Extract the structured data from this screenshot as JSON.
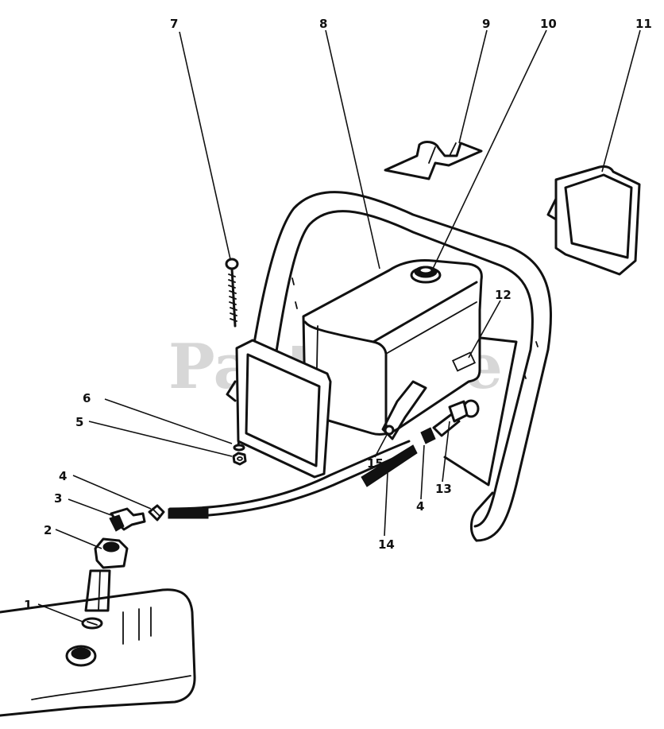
{
  "watermark": "PartsTree",
  "callouts": [
    {
      "id": "label-1",
      "text": "1"
    },
    {
      "id": "label-2",
      "text": "2"
    },
    {
      "id": "label-3",
      "text": "3"
    },
    {
      "id": "label-4a",
      "text": "4"
    },
    {
      "id": "label-4b",
      "text": "4"
    },
    {
      "id": "label-5",
      "text": "5"
    },
    {
      "id": "label-6",
      "text": "6"
    },
    {
      "id": "label-7",
      "text": "7"
    },
    {
      "id": "label-8",
      "text": "8"
    },
    {
      "id": "label-9",
      "text": "9"
    },
    {
      "id": "label-10",
      "text": "10"
    },
    {
      "id": "label-11",
      "text": "11"
    },
    {
      "id": "label-12",
      "text": "12"
    },
    {
      "id": "label-13",
      "text": "13"
    },
    {
      "id": "label-14",
      "text": "14"
    },
    {
      "id": "label-15",
      "text": "15"
    }
  ]
}
